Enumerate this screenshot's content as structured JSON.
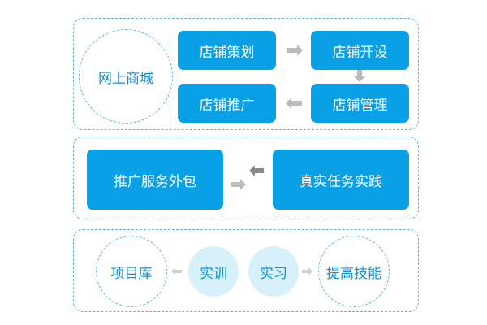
{
  "panel1": {
    "hub": "网上商城",
    "planning": "店铺策划",
    "setup": "店铺开设",
    "promotion": "店铺推广",
    "management": "店铺管理"
  },
  "panel2": {
    "outsourcing": "推广服务外包",
    "real_tasks": "真实任务实践"
  },
  "panel3": {
    "project_library": "项目库",
    "training": "实训",
    "internship": "实习",
    "skills": "提高技能"
  },
  "colors": {
    "box_fill": "#0aa0e6",
    "dashed_border": "#5fb6e3",
    "circle_fill": "#d7f1fb",
    "arrow": "#bcbcbc"
  }
}
